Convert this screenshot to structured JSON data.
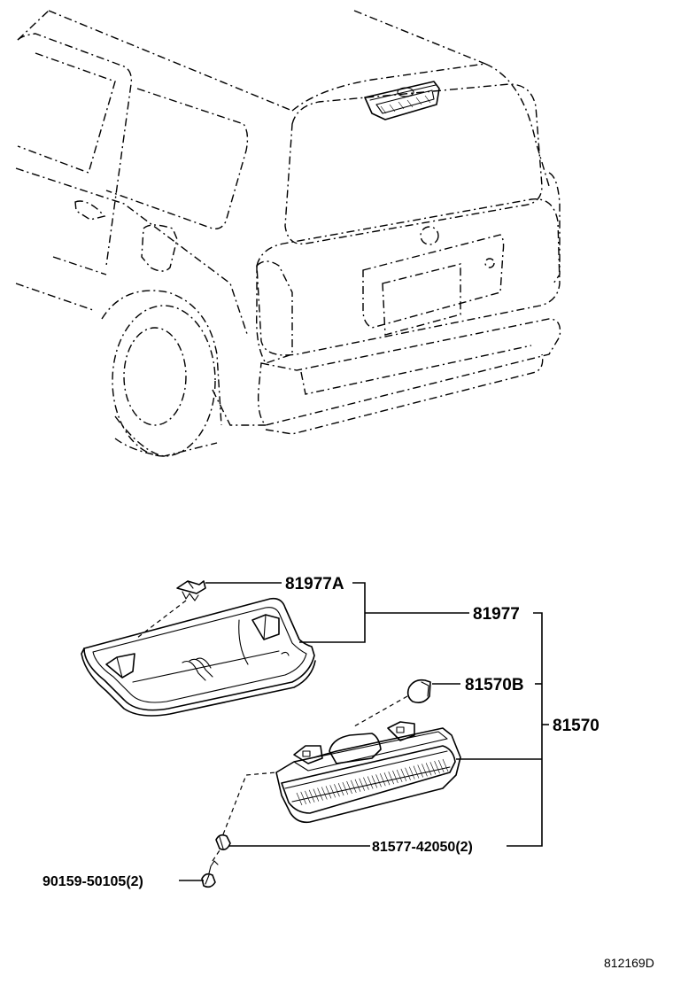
{
  "parts": {
    "p81977a": "81977A",
    "p81977": "81977",
    "p81570b": "81570B",
    "p81570": "81570",
    "p81577": "81577-42050(2)",
    "p90159": "90159-50105(2)"
  },
  "figure_code": "812169D"
}
